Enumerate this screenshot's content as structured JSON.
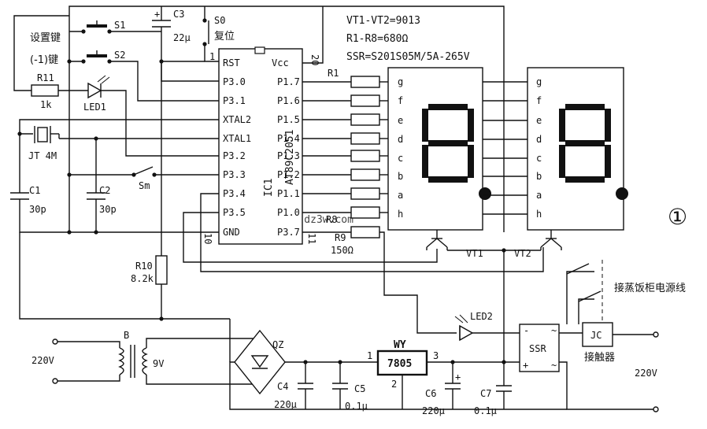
{
  "notes": {
    "line1": "VT1-VT2=9013",
    "line2": "R1-R8=680Ω",
    "line3": "SSR=S201S05M/5A-265V"
  },
  "figure_number": "①",
  "watermark": "www.dz3w.com",
  "mcu": {
    "name": "AT89C2051",
    "ref": "IC1",
    "pin1": "1",
    "pin10": "10",
    "pin11": "11",
    "pin20": "20",
    "left_pins": [
      "RST",
      "P3.0",
      "P3.1",
      "XTAL2",
      "XTAL1",
      "P3.2",
      "P3.3",
      "P3.4",
      "P3.5",
      "GND"
    ],
    "right_pins": [
      "Vcc",
      "P1.7",
      "P1.6",
      "P1.5",
      "P1.4",
      "P1.3",
      "P1.2",
      "P1.1",
      "P1.0",
      "P3.7"
    ]
  },
  "components": {
    "s1": "S1",
    "s2": "S2",
    "s0": "S0",
    "reset": "复位",
    "set_key": "设置键",
    "minus_key": "(-1)键",
    "c3": "C3",
    "c3_val": "22μ",
    "c3_plus": "+",
    "r11": "R11",
    "r11_val": "1k",
    "led1": "LED1",
    "crystal": "JT 4M",
    "c1": "C1",
    "c1_val": "30p",
    "c2": "C2",
    "c2_val": "30p",
    "sm": "Sm",
    "r1": "R1",
    "r8": "R8",
    "r9": "R9",
    "r9_val": "150Ω",
    "r10": "R10",
    "r10_val": "8.2k",
    "vt1": "VT1",
    "vt2": "VT2",
    "led2": "LED2",
    "transformer": "B",
    "mains": "220V",
    "secondary": "9V",
    "bridge": "QZ",
    "c4": "C4",
    "c4_val": "220μ",
    "c5": "C5",
    "c5_val": "0.1μ",
    "regulator_ref": "WY",
    "regulator": "7805",
    "reg_pin1": "1",
    "reg_pin2": "2",
    "reg_pin3": "3",
    "c6": "C6",
    "c6_val": "220μ",
    "c7": "C7",
    "c7_val": "0.1μ",
    "ssr": "SSR",
    "ssr_minus": "-",
    "ssr_plus": "+",
    "ssr_ac1": "~",
    "ssr_ac2": "~",
    "jc": "JC",
    "contactor": "接触器",
    "load_label": "接蒸饭柜电源线",
    "mains2": "220V"
  },
  "segments": [
    "g",
    "f",
    "e",
    "d",
    "c",
    "b",
    "a",
    "h"
  ]
}
